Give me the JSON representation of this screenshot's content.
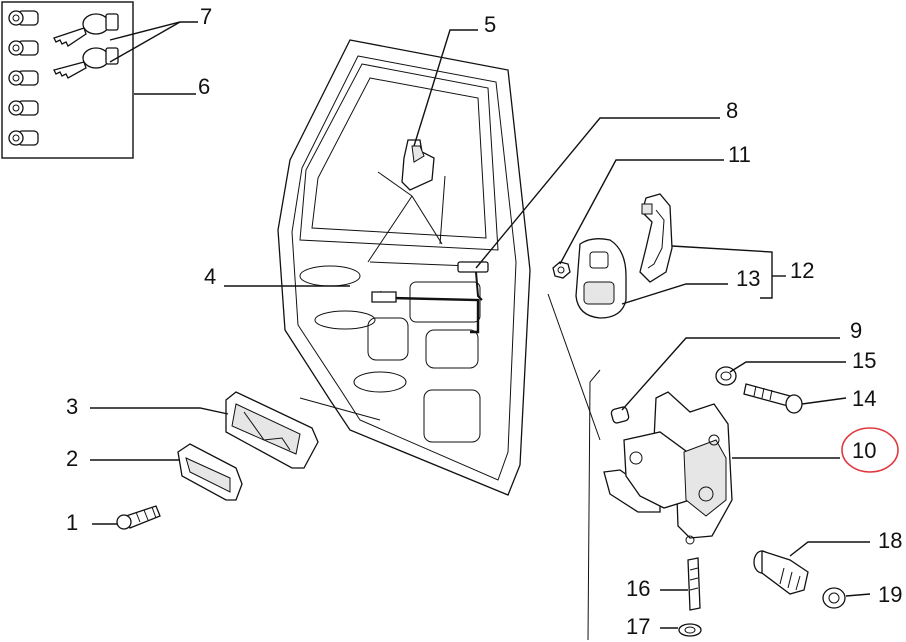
{
  "callouts": [
    "1",
    "2",
    "3",
    "4",
    "5",
    "6",
    "7",
    "8",
    "9",
    "10",
    "11",
    "12",
    "13",
    "14",
    "15",
    "16",
    "17",
    "18",
    "19"
  ],
  "highlight": {
    "label": "10",
    "color": "#e0393e"
  },
  "colors": {
    "ink": "#111111",
    "background": "#ffffff"
  }
}
